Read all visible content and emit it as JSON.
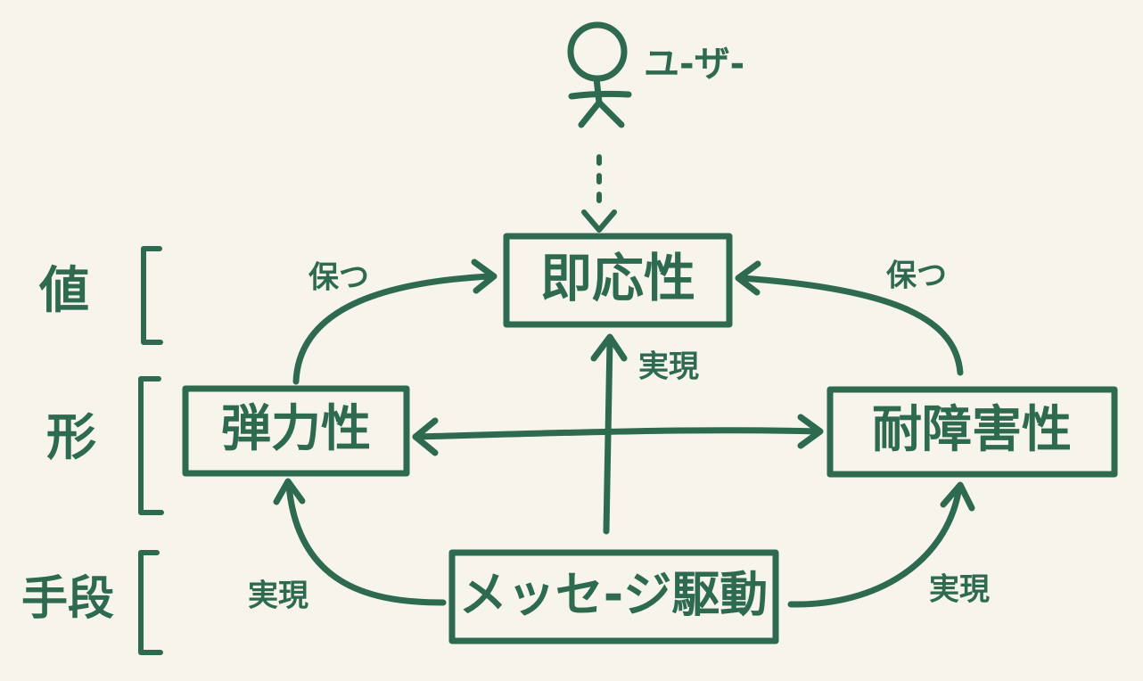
{
  "colors": {
    "background": "#f7f5eb",
    "ink": "#2e6a4f"
  },
  "user": {
    "label": "ユ-ザ-"
  },
  "nodes": {
    "responsive": "即応性",
    "elastic": "弾力性",
    "resilient": "耐障害性",
    "message_driven": "メッセ-ジ駆動"
  },
  "edge_labels": {
    "keep_left": "保つ",
    "keep_right": "保つ",
    "realize_center": "実現",
    "realize_left": "実現",
    "realize_right": "実現"
  },
  "levels": {
    "value": "値",
    "form": "形",
    "means": "手段"
  }
}
